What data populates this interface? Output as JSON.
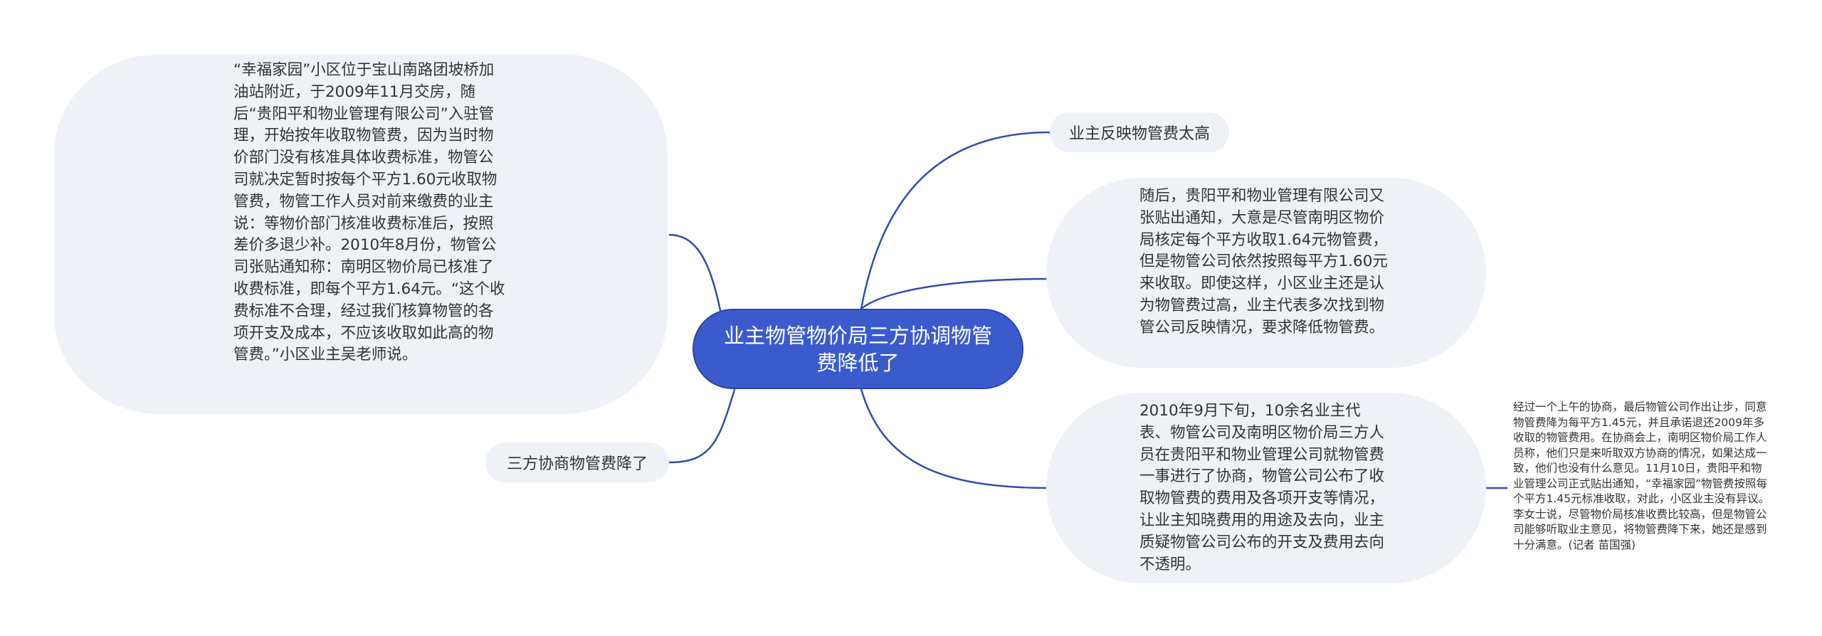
{
  "root": {
    "label": "业主物管物价局三方协调物管费降低了"
  },
  "branches": {
    "top_right": {
      "label": "业主反映物管费太高"
    },
    "bottom_left": {
      "label": "三方协商物管费降了"
    }
  },
  "details": {
    "left_blob": "“幸福家园”小区位于宝山南路团坡桥加油站附近，于2009年11月交房，随后“贵阳平和物业管理有限公司”入驻管理，开始按年收取物管费，因为当时物价部门没有核准具体收费标准，物管公司就决定暂时按每个平方1.60元收取物管费，物管工作人员对前来缴费的业主说：等物价部门核准收费标准后，按照差价多退少补。2010年8月份，物管公司张贴通知称：南明区物价局已核准了收费标准，即每个平方1.64元。“这个收费标准不合理，经过我们核算物管的各项开支及成本，不应该收取如此高的物管费。”小区业主吴老师说。",
    "right_mid_blob": "随后，贵阳平和物业管理有限公司又张贴出通知，大意是尽管南明区物价局核定每个平方收取1.64元物管费，但是物管公司依然按照每平方1.60元来收取。即使这样，小区业主还是认为物管费过高，业主代表多次找到物管公司反映情况，要求降低物管费。",
    "right_bottom_blob": "2010年9月下旬，10余名业主代表、物管公司及南明区物价局三方人员在贵阳平和物业管理公司就物管费一事进行了协商，物管公司公布了收取物管费的费用及各项开支等情况，让业主知晓费用的用途及去向，业主质疑物管公司公布的开支及费用去向不透明。",
    "far_right_note": "经过一个上午的协商，最后物管公司作出让步，同意物管费降为每平方1.45元，并且承诺退还2009年多收取的物管费用。在协商会上，南明区物价局工作人员称，他们只是来听取双方协商的情况，如果达成一致，他们也没有什么意见。11月10日，贵阳平和物业管理公司正式贴出通知，“幸福家园”物管费按照每个平方1.45元标准收取，对此，小区业主没有异议。李女士说，尽管物价局核准收费比较高，但是物管公司能够听取业主意见，将物管费降下来，她还是感到十分满意。(记者 苗国强)"
  },
  "colors": {
    "link": "#2f4fae",
    "root_fill": "#3b5bcd",
    "node_fill": "#eef1f6",
    "text": "#333333"
  }
}
